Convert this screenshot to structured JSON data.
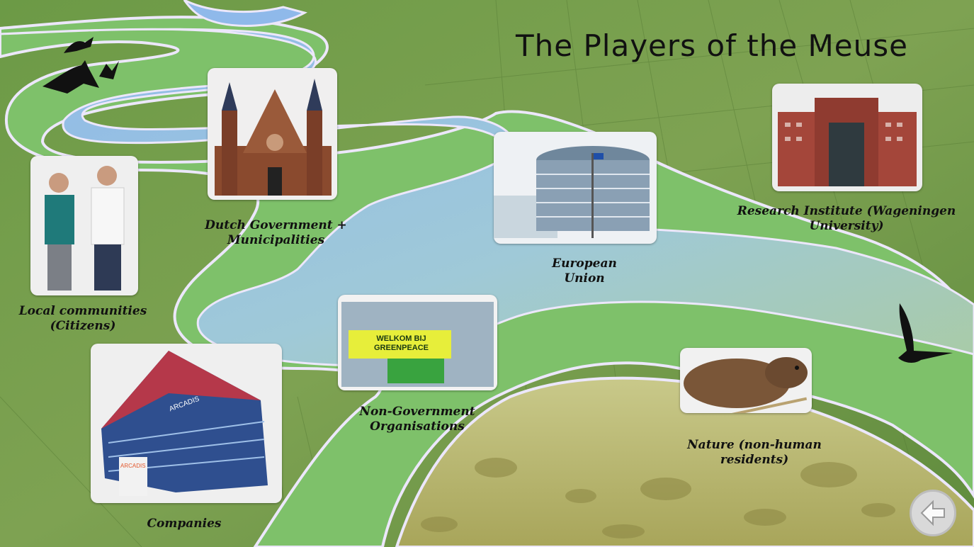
{
  "title": "The Players of the Meuse",
  "players": {
    "government": "Dutch Government + Municipalities",
    "eu": "European Union",
    "research": "Research Institute (Wageningen University)",
    "citizens": "Local communities (Citizens)",
    "ngo": "Non-Government Organisations",
    "companies": "Companies",
    "nature": "Nature (non-human residents)"
  },
  "signs": {
    "greenpeace_banner": "WELKOM BIJ GREENPEACE",
    "arcadis_facade": "ARCADIS",
    "arcadis_sign": "ARCADIS"
  },
  "colors": {
    "river": "#9cc4e8",
    "river_bank": "#7ec16a",
    "outline": "#e8e4f7",
    "fields": "#6f9a4a",
    "water_bed": "#b7b66a"
  },
  "icons": [
    "bird-flock-icon",
    "bird-icon",
    "back-arrow-icon"
  ]
}
